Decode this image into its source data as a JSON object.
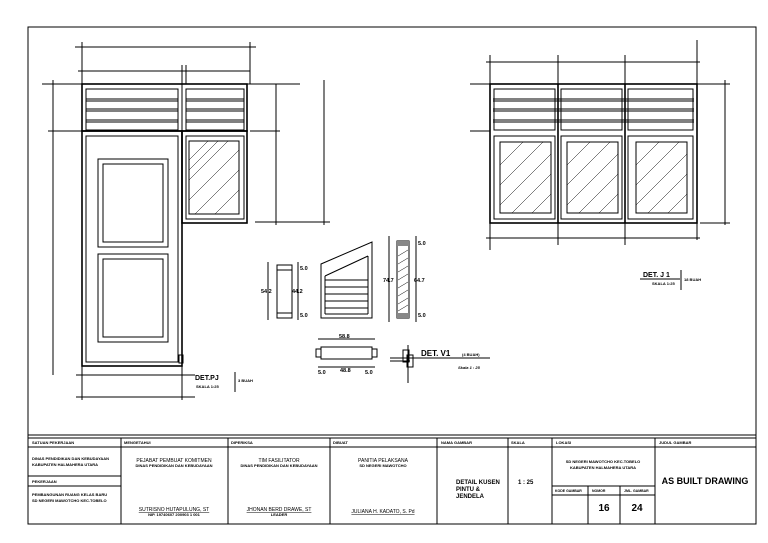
{
  "drawing": {
    "det_pj": {
      "label": "DET.PJ",
      "scale": "SKALA 1:25",
      "qty": "3 BUAH"
    },
    "det_v1": {
      "label": "DET. V1",
      "qty": "(4 BUAH)",
      "scale": "Skala 1 : 25",
      "dims": {
        "h1": "54.2",
        "h2": "44.2",
        "t1": "5.0",
        "b1": "5.0",
        "h3": "74.7",
        "h4": "64.7",
        "t2": "5.0",
        "b2": "5.0",
        "w1": "58.8",
        "w2": "48.8",
        "w3": "5.0",
        "w4": "5.0"
      }
    },
    "det_j1": {
      "label": "DET. J 1",
      "scale": "SKALA 1:25",
      "qty": "18 BUAH"
    }
  },
  "title_block": {
    "satuan_header": "SATUAN PEKERJAAN",
    "satuan_value": [
      "DINAS PENDIDIKAN DAN KEBUDAYAAN",
      "KABUPATEN HALMAHERA UTARA"
    ],
    "pekerjaan_header": "PEKERJAAN",
    "pekerjaan_value": [
      "PEMBANGUNAN RUANG KELAS BARU",
      "SD NEGERI MAWOTCHO KEC.TOBELO"
    ],
    "mengetahui": {
      "header": "MENGETAHUI",
      "title": "PEJABAT PEMBUAT KOMITMEN",
      "org": "DINAS PENDIDIKAN DAN KEBUDAYAAN",
      "name": "SUTRISNO HUTAPULUNG, ST",
      "nip": "NIP. 19740607 200903 1 001"
    },
    "diperiksa": {
      "header": "DIPERIKSA",
      "title": "TIM FASILITATOR",
      "org": "DINAS PENDIDIKAN DAN KEBUDAYAAN",
      "name": "JHONAN BERD DRAWE, ST",
      "role": "LEADER"
    },
    "dibuat": {
      "header": "DIBUAT",
      "title": "PANITIA PELAKSANA",
      "org": "SD NEGERI MAWOTCHO",
      "name": "JULIANA H. KADATO, S. Pd"
    },
    "nama_gambar": {
      "header": "NAMA GAMBAR",
      "value": [
        "DETAIL KUSEN",
        "PINTU &",
        "JENDELA"
      ]
    },
    "skala": {
      "header": "SKALA",
      "value": "1 : 25"
    },
    "lokasi": {
      "header": "LOKASI",
      "value": [
        "SD NEGERI MAWOTCHO KEC.TOBELO",
        "KABUPATEN HALMAHERA UTARA"
      ],
      "kode_header": "KODE GAMBAR",
      "nomor_header": "NOMOR",
      "jml_header": "JML. GAMBAR",
      "nomor": "16",
      "jml": "24"
    },
    "judul": {
      "header": "JUDUL GAMBAR",
      "value": "AS BUILT DRAWING"
    }
  }
}
